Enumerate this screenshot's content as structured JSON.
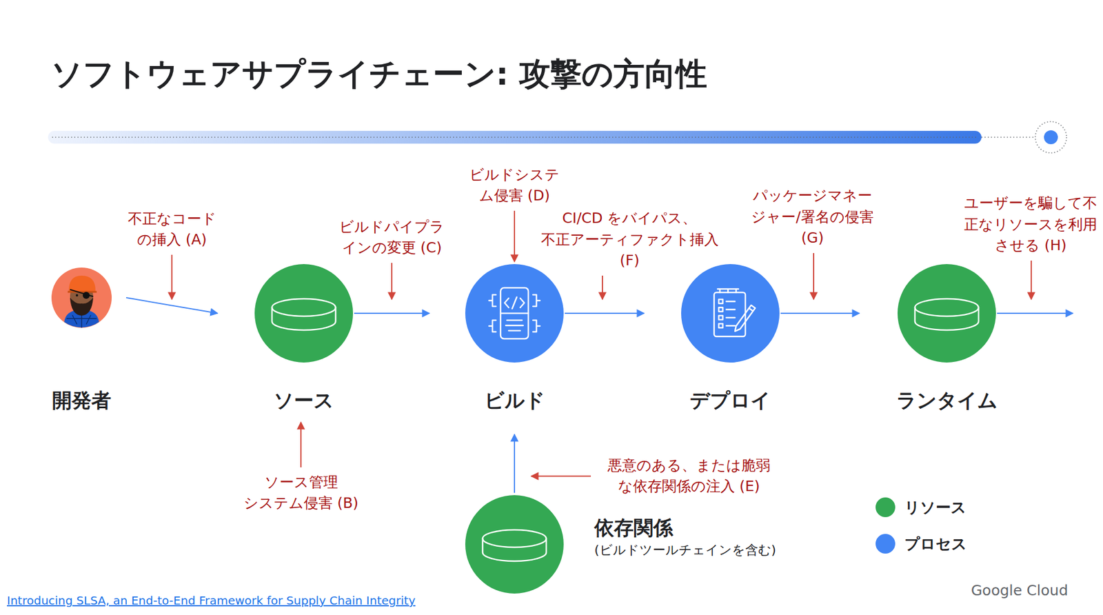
{
  "diagram": {
    "title": "ソフトウェアサプライチェーン: 攻撃の方向性",
    "nodes": [
      {
        "text": [
          "開発者"
        ]
      },
      {
        "text": [
          "ソース"
        ]
      },
      {
        "text": [
          "ビルド"
        ]
      },
      {
        "text": [
          "デプロイ"
        ]
      },
      {
        "text": [
          "ランタイム"
        ]
      },
      {
        "text": [
          "依存関係",
          "(ビルドツールチェインを含む)"
        ]
      }
    ],
    "edges": [
      {
        "from": 0,
        "to": 1,
        "arrow": "to"
      },
      {
        "from": 1,
        "to": 2,
        "arrow": "to"
      },
      {
        "from": 2,
        "to": 3,
        "arrow": "to"
      },
      {
        "from": 3,
        "to": 4,
        "arrow": "to"
      },
      {
        "from": 5,
        "to": 2,
        "arrow": "to"
      }
    ],
    "labels": [
      "不正なコード の挿入 (A)",
      "ビルドパイプラ インの変更 (C)",
      "ビルドシステ ム侵害 (D)",
      "CI/CD をバイパス、 不正アーティファクト挿入 (F)",
      "パッケージマネー ジャー/署名の侵害 (G)",
      "ユーザーを騙して不 正なリソースを利用 させる (H)",
      "ソース管理 システム侵害 (B)",
      "悪意のある、または脆弱 な依存関係の注入 (E)",
      "Introducing SLSA, an End-to-End Framework for Supply Chain Integrity",
      "Google Cloud"
    ],
    "legend": [
      {
        "text": "リソース",
        "color": "#34a853"
      },
      {
        "text": "プロセス",
        "color": "#4285f4"
      }
    ]
  }
}
